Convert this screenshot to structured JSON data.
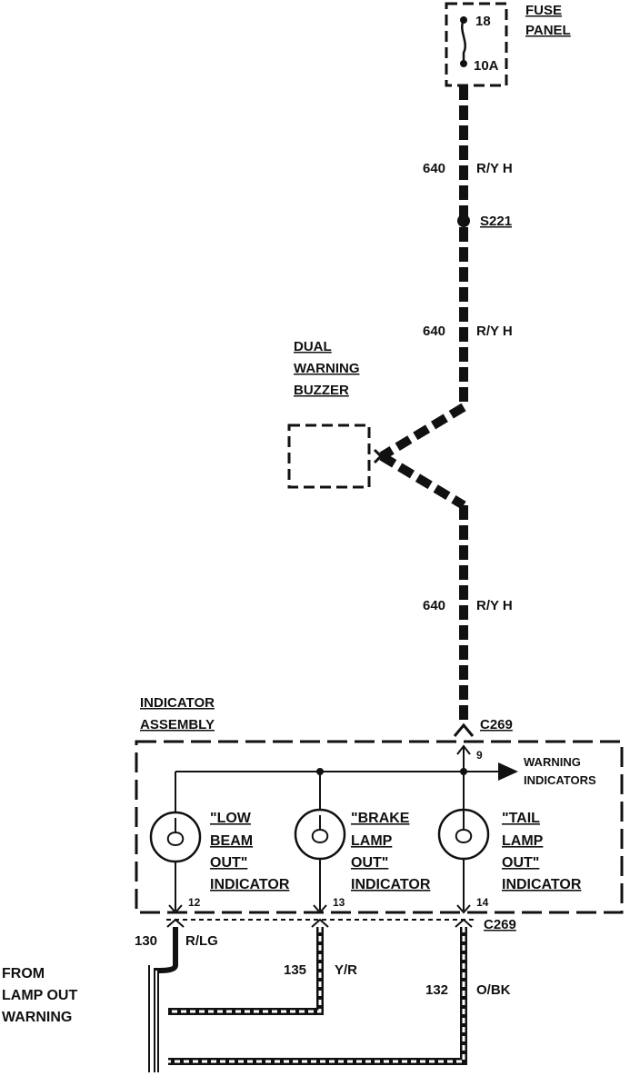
{
  "fuse": {
    "number": "18",
    "rating": "10A",
    "label_line1": "FUSE",
    "label_line2": "PANEL"
  },
  "wire_main": {
    "circuit": "640",
    "color": "R/Y H"
  },
  "splice": {
    "id": "S221"
  },
  "buzzer": {
    "line1": "DUAL",
    "line2": "WARNING",
    "line3": "BUZZER"
  },
  "connector_top": {
    "id": "C269",
    "pin": "9"
  },
  "connector_bottom": {
    "id": "C269"
  },
  "assembly": {
    "line1": "INDICATOR",
    "line2": "ASSEMBLY"
  },
  "warning_output": {
    "line1": "WARNING",
    "line2": "INDICATORS"
  },
  "indicators": [
    {
      "line1": "\"LOW",
      "line2": "BEAM",
      "line3": "OUT\"",
      "line4": "INDICATOR",
      "pin": "12",
      "circuit": "130",
      "color": "R/LG"
    },
    {
      "line1": "\"BRAKE",
      "line2": "LAMP",
      "line3": "OUT\"",
      "line4": "INDICATOR",
      "pin": "13",
      "circuit": "135",
      "color": "Y/R"
    },
    {
      "line1": "\"TAIL",
      "line2": "LAMP",
      "line3": "OUT\"",
      "line4": "INDICATOR",
      "pin": "14",
      "circuit": "132",
      "color": "O/BK"
    }
  ],
  "source": {
    "line1": "FROM",
    "line2": "LAMP OUT",
    "line3": "WARNING"
  },
  "colors": {
    "ink": "#111111",
    "background": "#ffffff"
  }
}
